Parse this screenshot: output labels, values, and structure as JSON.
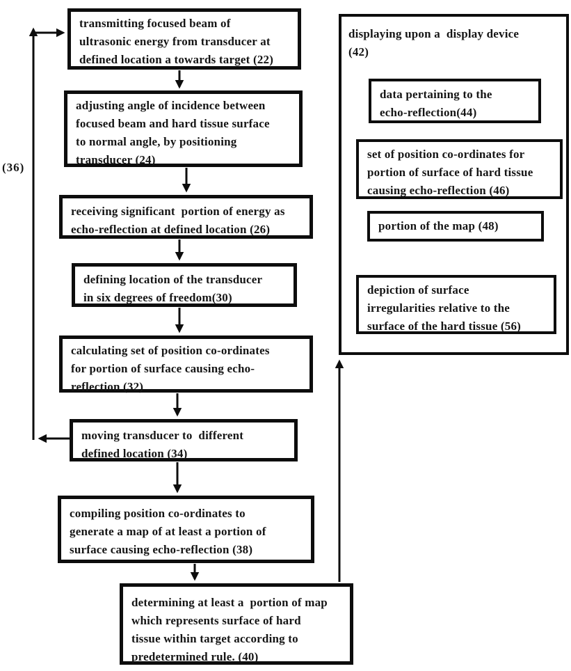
{
  "colors": {
    "ink": "#0d0d0d",
    "background": "#ffffff"
  },
  "diagram": {
    "type": "flowchart",
    "boxes": {
      "b22": "transmitting focused beam of\nultrasonic energy from transducer at\ndefined location a towards target (22)",
      "b24": "adjusting angle of incidence between\nfocused beam and hard tissue surface\nto normal angle, by positioning\ntransducer (24)",
      "b26": "receiving significant  portion of energy as\necho-reflection at defined location (26)",
      "b30": "defining location of the transducer\nin six degrees of freedom(30)",
      "b32": "calculating set of position co-ordinates\nfor portion of surface causing echo-\nreflection (32)",
      "b34": "moving transducer to  different\ndefined location (34)",
      "b38": "compiling position co-ordinates to\ngenerate a map of at least a portion of\nsurface causing echo-reflection (38)",
      "b40": "determining at least a  portion of map\nwhich represents surface of hard\ntissue within target according to\npredetermined rule. (40)",
      "b42_title": "displaying upon a  display device\n(42)",
      "b44": "data pertaining to the\necho-reflection(44)",
      "b46": "set of position co-ordinates for\nportion of surface of hard tissue\ncausing echo-reflection (46)",
      "b48": "portion of the map (48)",
      "b56": "depiction of surface\nirregularities relative to the\nsurface of the hard tissue (56)"
    },
    "labels": {
      "feedback_loop": "(36)"
    }
  }
}
